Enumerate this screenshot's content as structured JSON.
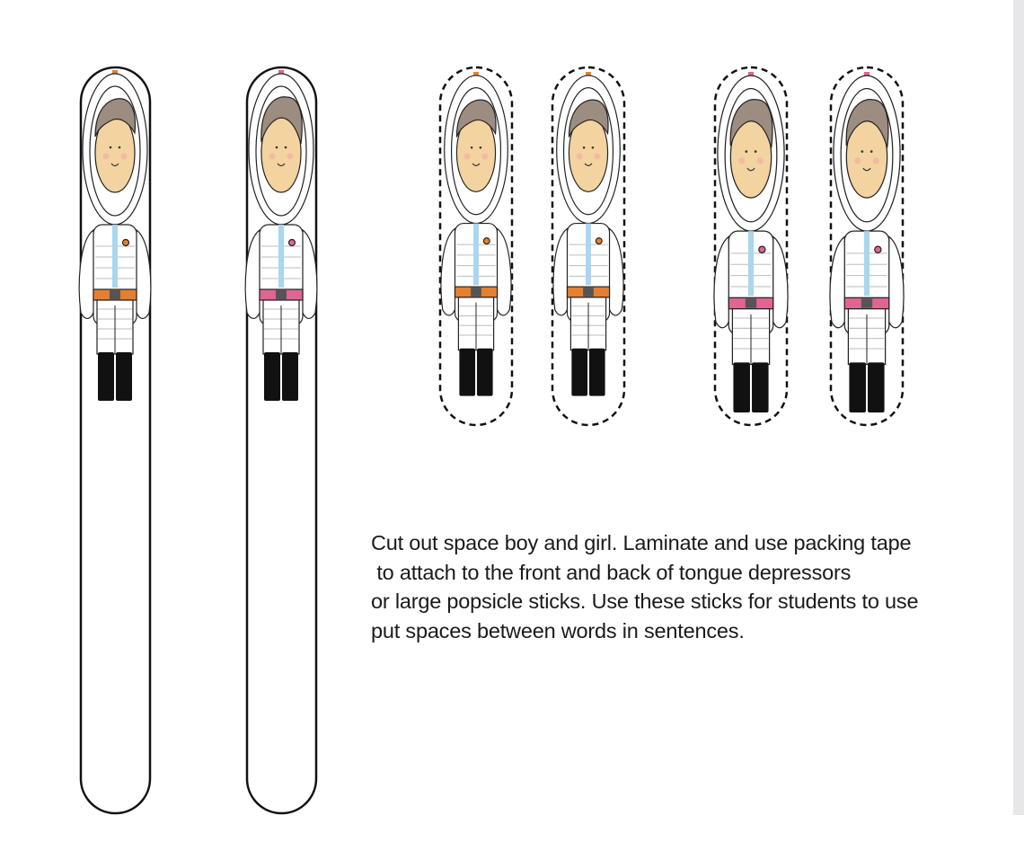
{
  "colors": {
    "skin": "#f3d3a0",
    "hair": "#9c8d80",
    "suit_stripe": "#a8d7ee",
    "boy_accent": "#e4802f",
    "girl_accent": "#e06593",
    "boot": "#111111",
    "outline": "#222222"
  },
  "figures": [
    {
      "kind": "boy",
      "outline": "solid"
    },
    {
      "kind": "girl",
      "outline": "solid"
    },
    {
      "kind": "boy",
      "outline": "dashed"
    },
    {
      "kind": "boy",
      "outline": "dashed"
    },
    {
      "kind": "girl",
      "outline": "dashed"
    },
    {
      "kind": "girl",
      "outline": "dashed"
    }
  ],
  "instructions": {
    "line1": "Cut out space boy and girl. Laminate and use packing tape",
    "line2": " to attach to the front and back of tongue depressors",
    "line3": "or large popsicle sticks. Use these sticks for students to use",
    "line4": "put spaces between words in sentences."
  }
}
